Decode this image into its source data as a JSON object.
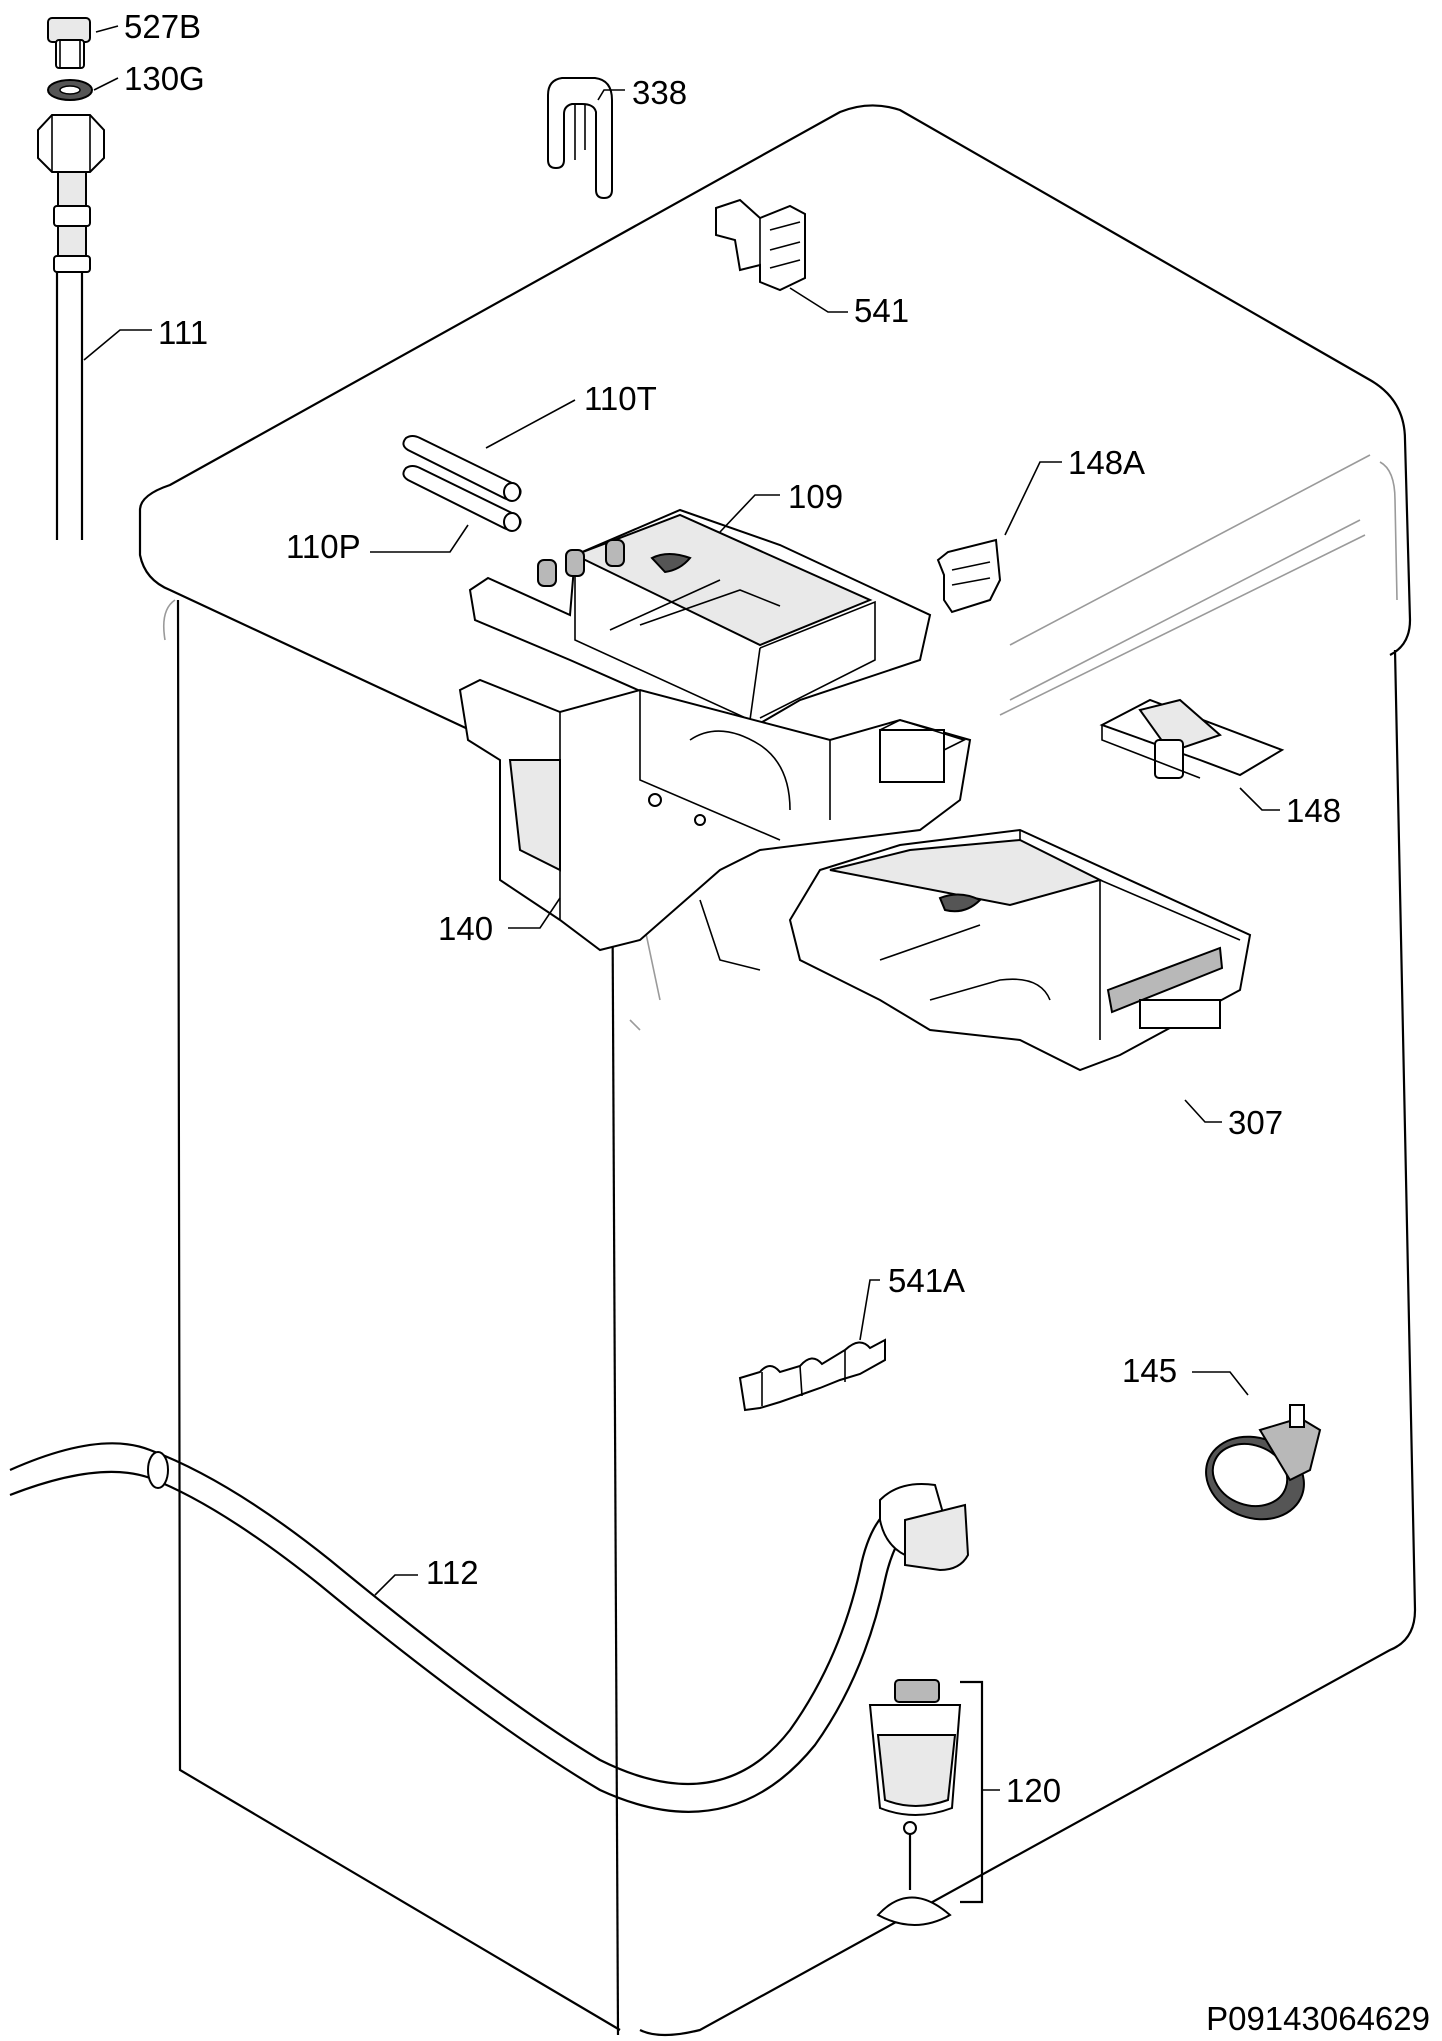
{
  "labels": {
    "p527b": "527B",
    "p130g": "130G",
    "p111": "111",
    "p338": "338",
    "p541": "541",
    "p110t": "110T",
    "p110p": "110P",
    "p109": "109",
    "p148a": "148A",
    "p148": "148",
    "p140": "140",
    "p307": "307",
    "p541a": "541A",
    "p145": "145",
    "p112": "112",
    "p120": "120"
  },
  "document_code": "P09143064629"
}
